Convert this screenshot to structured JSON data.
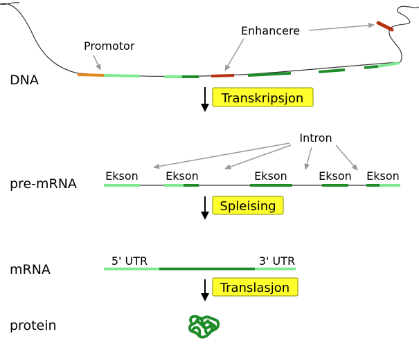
{
  "rows": {
    "dna": "DNA",
    "pre_mrna": "pre-mRNA",
    "mrna": "mRNA",
    "protein": "protein"
  },
  "annotations": {
    "promotor": "Promotor",
    "enhancere": "Enhancere",
    "intron": "Intron",
    "ekson": "Ekson",
    "utr5": "5' UTR",
    "utr3": "3' UTR"
  },
  "steps": {
    "transcription": "Transkripsjon",
    "splicing": "Spleising",
    "translation": "Translasjon"
  },
  "colors": {
    "promoter": "#e08a1e",
    "enhancer": "#b5300f",
    "exon_light": "#7ee892",
    "exon_dark": "#1f8c29",
    "protein": "#1f8c29",
    "step_fill": "#ffff2e",
    "step_border": "#8a8a00",
    "pointer": "#999999"
  }
}
